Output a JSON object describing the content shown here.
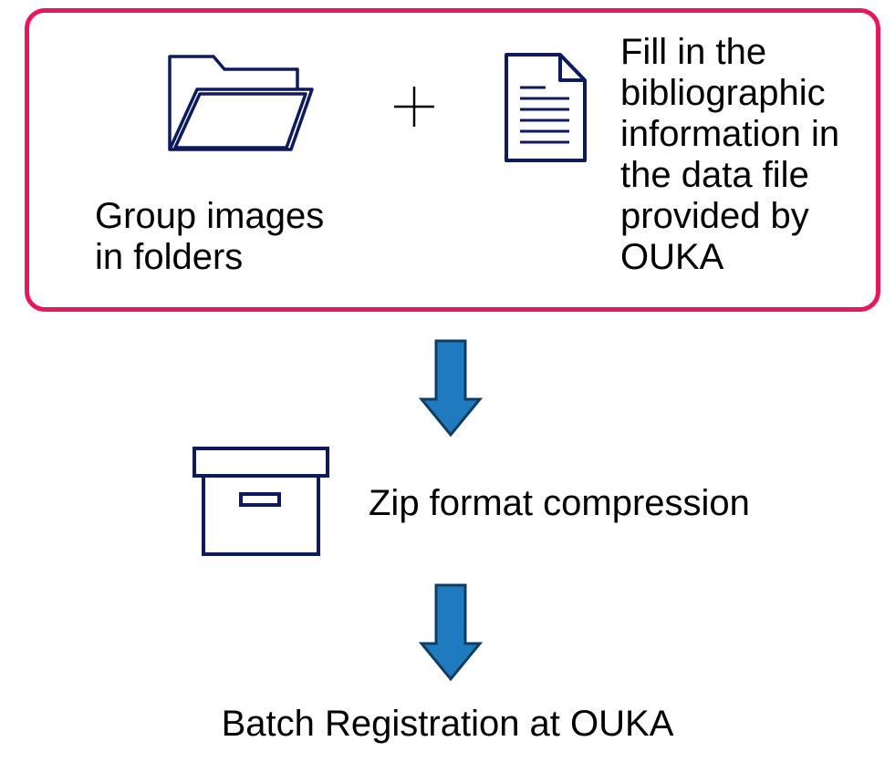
{
  "colors": {
    "box_border": "#e8175d",
    "icon_stroke": "#0d1a5c",
    "arrow_fill": "#1f7bbd",
    "arrow_stroke": "#123d63"
  },
  "preparation": {
    "folder_icon": "folder-open-icon",
    "plus_icon": "plus-icon",
    "document_icon": "document-icon",
    "group_label": "Group images\nin folders",
    "fill_label": "Fill in the\nbibliographic\ninformation in\nthe data file\nprovided by\nOUKA"
  },
  "steps": {
    "arrow_icon": "arrow-down-icon",
    "box_icon": "archive-box-icon",
    "compression_label": "Zip format compression",
    "registration_label": "Batch Registration at OUKA"
  }
}
